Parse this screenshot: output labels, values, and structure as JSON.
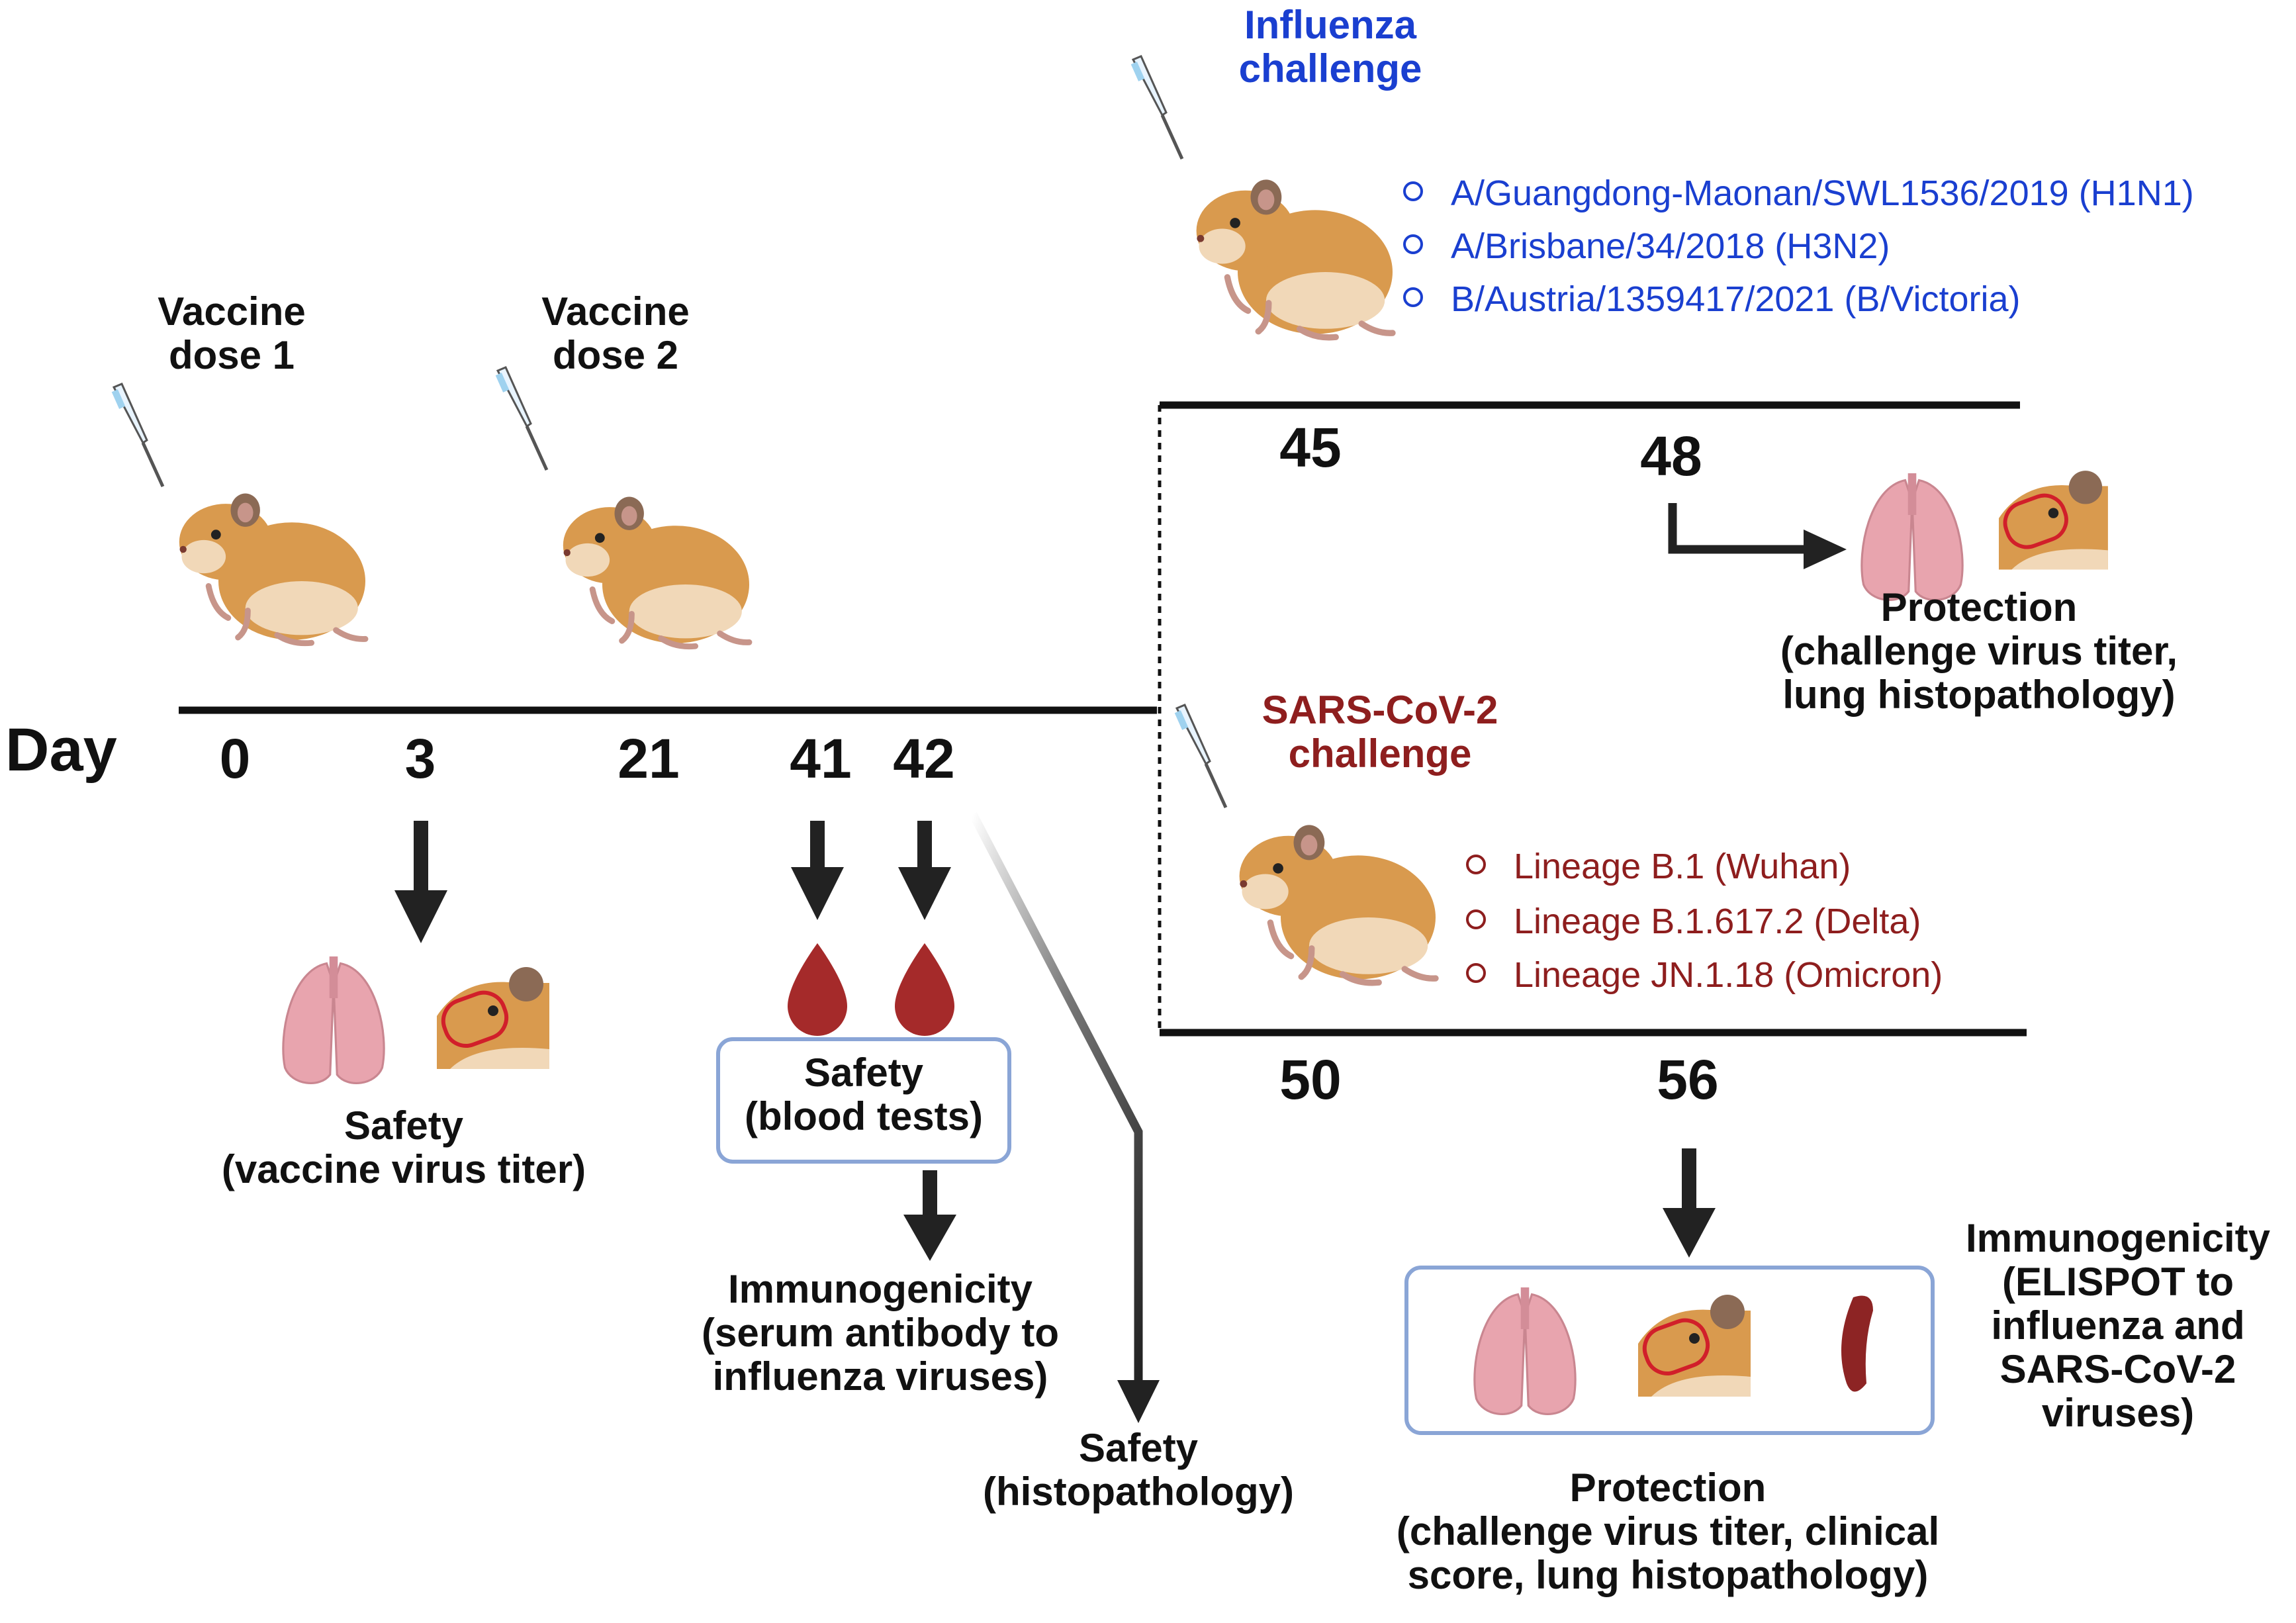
{
  "day_label": "Day",
  "dose1": "Vaccine\ndose 1",
  "dose2": "Vaccine\ndose 2",
  "days": [
    "0",
    "3",
    "21",
    "41",
    "42",
    "45",
    "48",
    "50",
    "56"
  ],
  "influenza": {
    "title": "Influenza\nchallenge",
    "color": "#1a3fd0",
    "strains": [
      "A/Guangdong-Maonan/SWL1536/2019 (H1N1)",
      "A/Brisbane/34/2018 (H3N2)",
      "B/Austria/1359417/2021 (B/Victoria)"
    ]
  },
  "sars": {
    "title": "SARS-CoV-2\nchallenge",
    "color": "#8e1e1e",
    "strains": [
      "Lineage B.1 (Wuhan)",
      "Lineage B.1.617.2 (Delta)",
      "Lineage JN.1.18 (Omicron)"
    ]
  },
  "outcomes": {
    "safety_virus": "Safety\n(vaccine virus titer)",
    "safety_blood": "Safety\n(blood tests)",
    "immuno_serum": "Immunogenicity\n(serum antibody to\ninfluenza viruses)",
    "safety_histo": "Safety\n(histopathology)",
    "protection_flu": "Protection\n(challenge virus titer,\nlung histopathology)",
    "protection_sars": "Protection\n(challenge virus titer, clinical\nscore, lung histopathology)",
    "immuno_elispot": "Immunogenicity\n(ELISPOT to\ninfluenza and\nSARS-CoV-2\nviruses)"
  },
  "icons": [
    "pipette-icon",
    "hamster-icon",
    "lungs-icon",
    "hamster-nose-icon",
    "blood-drop-icon",
    "spleen-icon"
  ]
}
